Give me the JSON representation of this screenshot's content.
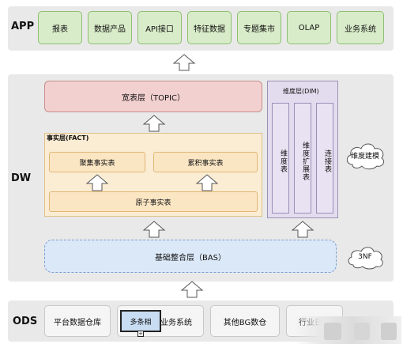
{
  "app": {
    "label": "APP",
    "items": [
      "报表",
      "数据产品",
      "API接口",
      "特征数据",
      "专题集市",
      "OLAP",
      "业务系统"
    ]
  },
  "dw": {
    "label": "DW",
    "topic": "宽表层（TOPIC）",
    "fact": {
      "title": "事实层(FACT)",
      "aggregate": "聚集事实表",
      "accumulate": "累积事实表",
      "atomic": "原子事实表"
    },
    "dim": {
      "title": "维度层(DIM)",
      "cols": [
        "维度表",
        "维度扩展表",
        "连接表"
      ]
    },
    "bas": "基础整合层（BAS）",
    "cloud_dim": "维度建模",
    "cloud_3nf": "3NF"
  },
  "ods": {
    "label": "ODS",
    "items": [
      "平台数据仓库",
      "业务系统",
      "其他BG数仓",
      "行业日志"
    ],
    "overlay_label": "多条相"
  },
  "colors": {
    "band": "#e9e9e9",
    "app_green": "#d9ecc9",
    "topic_pink": "#f3d0d0",
    "fact_orange": "#fbecd4",
    "dim_purple": "#e2dcee",
    "bas_blue": "#dbe8f8"
  }
}
